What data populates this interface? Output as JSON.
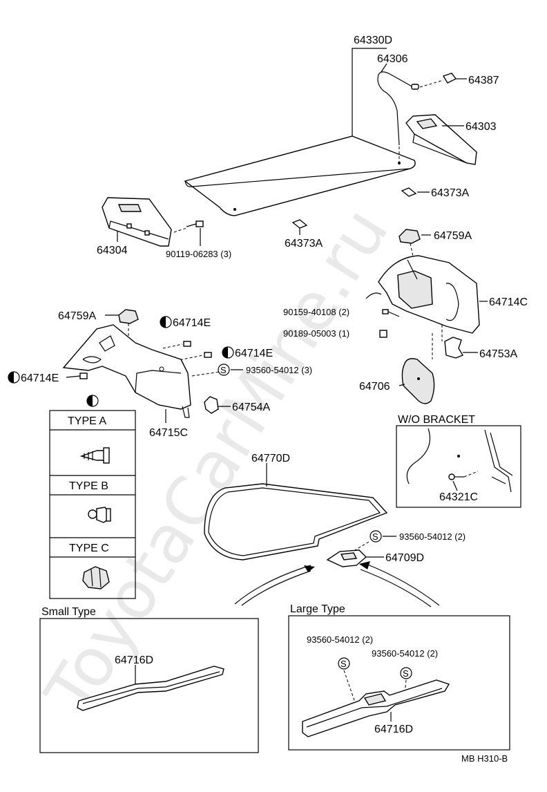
{
  "parts": {
    "p64330D": "64330D",
    "p64306": "64306",
    "p64387": "64387",
    "p64303": "64303",
    "p64373A_right": "64373A",
    "p64373A_mid": "64373A",
    "p64304": "64304",
    "p90119": "90119-06283 (3)",
    "p64759A_right": "64759A",
    "p90159": "90159-40108 (2)",
    "p64714C": "64714C",
    "p90189": "90189-05003 (1)",
    "p64753A": "64753A",
    "p64706": "64706",
    "p64759A_left": "64759A",
    "p64714E_top": "64714E",
    "p64714E_mid": "64714E",
    "p64714E_left": "64714E",
    "p93560_3": "93560-54012 (3)",
    "p64754A": "64754A",
    "p64715C": "64715C",
    "p64770D": "64770D",
    "p64321C": "64321C",
    "p93560_2": "93560-54012 (2)",
    "p64709D": "64709D",
    "p64716D_small": "64716D",
    "p93560_large_a": "93560-54012 (2)",
    "p93560_large_b": "93560-54012 (2)",
    "p64716D_large": "64716D"
  },
  "types": {
    "type_a": "TYPE  A",
    "type_b": "TYPE  B",
    "type_c": "TYPE  C"
  },
  "sections": {
    "wo_bracket": "W/O  BRACKET",
    "small_type": "Small Type",
    "large_type": "Large Type"
  },
  "symbols": {
    "s_mark": "S"
  },
  "footer": {
    "code": "MB  H310-B"
  },
  "watermark": "ToyotaCarMine.ru"
}
